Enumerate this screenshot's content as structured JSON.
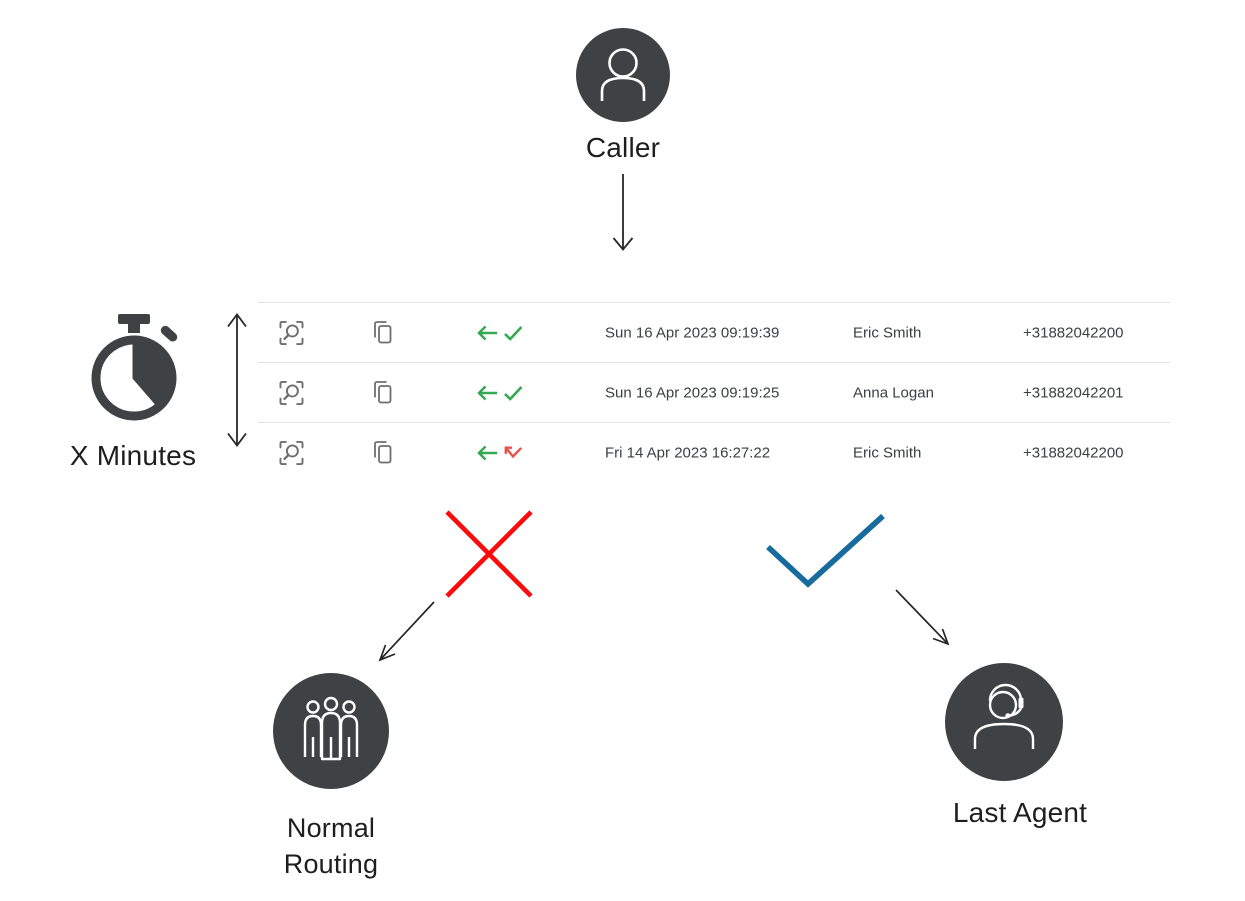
{
  "colors": {
    "node_fill": "#3f4245",
    "answered_green": "#34a853",
    "missed_red": "#e8504a",
    "reject_red": "#fa0a0a",
    "accept_blue": "#186b9d",
    "divider": "#e3e3e3",
    "table_text": "#3c4043",
    "label_text": "#1e1e1e",
    "table_icon": "#6f6f6f",
    "arrow": "#262626"
  },
  "nodes": {
    "caller": {
      "label": "Caller",
      "icon": "person-icon"
    },
    "timer": {
      "label": "X Minutes",
      "icon": "stopwatch-icon"
    },
    "normal_routing": {
      "label": "Normal Routing",
      "icon": "people-group-icon"
    },
    "last_agent": {
      "label": "Last Agent",
      "icon": "agent-headset-icon"
    }
  },
  "call_log": {
    "rows": [
      {
        "datetime": "Sun 16 Apr 2023 09:19:39",
        "name": "Eric Smith",
        "phone": "+31882042200",
        "status": "answered"
      },
      {
        "datetime": "Sun 16 Apr 2023 09:19:25",
        "name": "Anna Logan",
        "phone": "+31882042201",
        "status": "answered"
      },
      {
        "datetime": "Fri 14 Apr 2023 16:27:22",
        "name": "Eric Smith",
        "phone": "+31882042200",
        "status": "missed"
      }
    ]
  }
}
